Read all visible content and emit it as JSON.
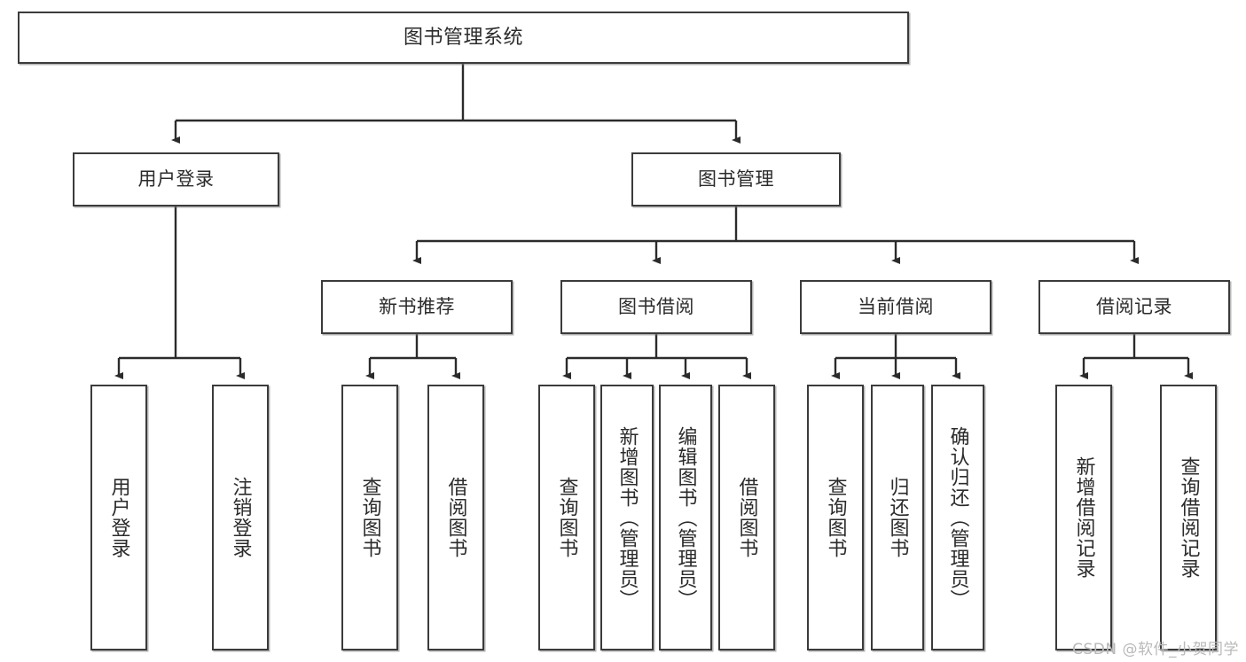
{
  "diagram": {
    "title": "图书管理系统",
    "type": "tree-hierarchy-chart",
    "orientation": "top-down",
    "colors": {
      "box_border": "#3b3b3b",
      "box_fill": "#ffffff",
      "connector": "#2b2b2b",
      "text": "#2b2b2b",
      "watermark": "#b9b9b9",
      "background": "#ffffff"
    }
  },
  "root": {
    "label": "图书管理系统"
  },
  "level2": [
    {
      "label": "用户登录"
    },
    {
      "label": "图书管理"
    }
  ],
  "level3": [
    {
      "label": "新书推荐"
    },
    {
      "label": "图书借阅"
    },
    {
      "label": "当前借阅"
    },
    {
      "label": "借阅记录"
    }
  ],
  "leaves": {
    "user_login": [
      {
        "label": "用户登录"
      },
      {
        "label": "注销登录"
      }
    ],
    "new_book_recommend": [
      {
        "label": "查询图书"
      },
      {
        "label": "借阅图书"
      }
    ],
    "book_borrow": [
      {
        "label": "查询图书"
      },
      {
        "label": "新增图书（管理员）"
      },
      {
        "label": "编辑图书（管理员）"
      },
      {
        "label": "借阅图书"
      }
    ],
    "current_borrow": [
      {
        "label": "查询图书"
      },
      {
        "label": "归还图书"
      },
      {
        "label": "确认归还（管理员）"
      }
    ],
    "borrow_record": [
      {
        "label": "新增借阅记录"
      },
      {
        "label": "查询借阅记录"
      }
    ]
  },
  "watermark": {
    "text": "CSDN @软件_小贺同学"
  }
}
